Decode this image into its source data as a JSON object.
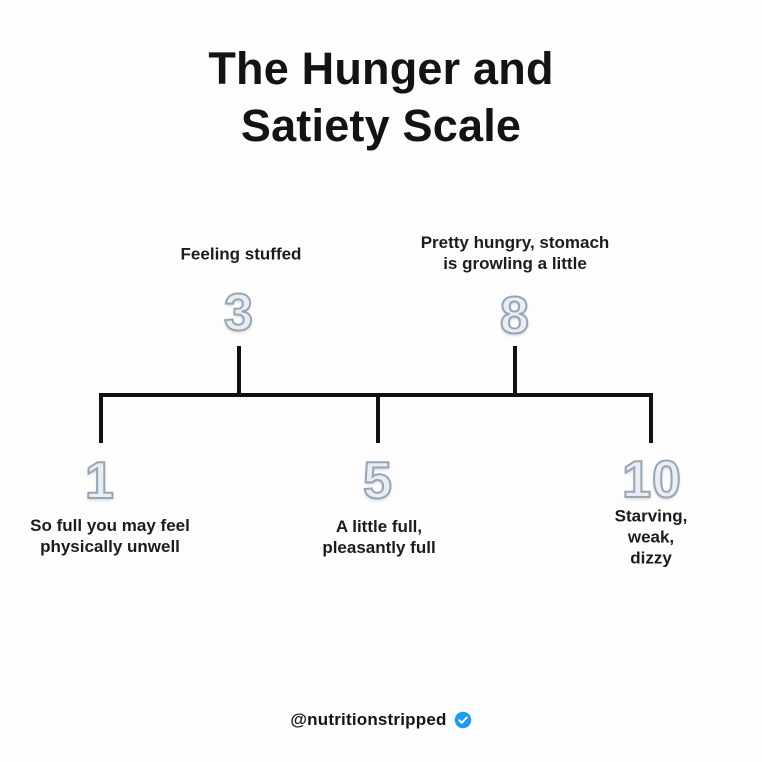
{
  "title": {
    "line1": "The Hunger and",
    "line2": "Satiety Scale"
  },
  "scale": {
    "name": "Hunger and Satiety Scale",
    "above_axis": [
      {
        "value": "3",
        "label": "Feeling stuffed"
      },
      {
        "value": "8",
        "label": "Pretty hungry, stomach\nis growling a little"
      }
    ],
    "below_axis": [
      {
        "value": "1",
        "label": "So full you may feel\nphysically unwell"
      },
      {
        "value": "5",
        "label": "A little full,\npleasantly full"
      },
      {
        "value": "10",
        "label": "Starving, weak,\ndizzy"
      }
    ]
  },
  "footer": {
    "handle": "@nutritionstripped",
    "badge_icon": "verified-checkmark"
  },
  "colors": {
    "background": "#fdfdfd",
    "text": "#161616",
    "axis": "#111111",
    "number_fill": "#e8eef5",
    "number_outline": "#9aa5b2",
    "badge_blue": "#1d9bf0"
  }
}
